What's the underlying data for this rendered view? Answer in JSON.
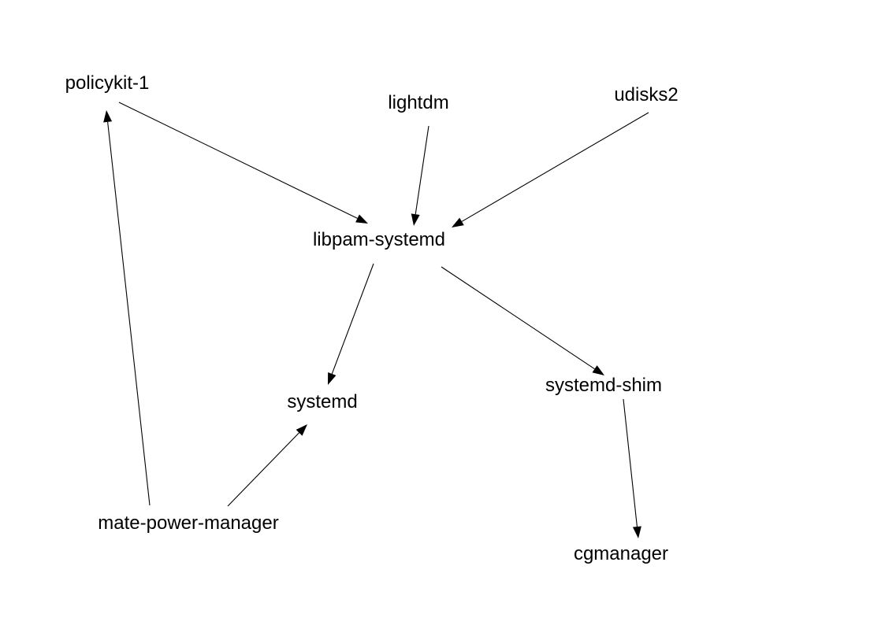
{
  "diagram": {
    "nodes": [
      {
        "id": "policykit",
        "label": "policykit-1"
      },
      {
        "id": "lightdm",
        "label": "lightdm"
      },
      {
        "id": "udisks2",
        "label": "udisks2"
      },
      {
        "id": "libpam",
        "label": "libpam-systemd"
      },
      {
        "id": "systemd",
        "label": "systemd"
      },
      {
        "id": "shim",
        "label": "systemd-shim"
      },
      {
        "id": "mate",
        "label": "mate-power-manager"
      },
      {
        "id": "cgmanager",
        "label": "cgmanager"
      }
    ],
    "edges": [
      {
        "from": "policykit",
        "to": "libpam"
      },
      {
        "from": "lightdm",
        "to": "libpam"
      },
      {
        "from": "udisks2",
        "to": "libpam"
      },
      {
        "from": "libpam",
        "to": "systemd"
      },
      {
        "from": "libpam",
        "to": "shim"
      },
      {
        "from": "mate",
        "to": "systemd"
      },
      {
        "from": "mate",
        "to": "policykit"
      },
      {
        "from": "shim",
        "to": "cgmanager"
      }
    ]
  }
}
